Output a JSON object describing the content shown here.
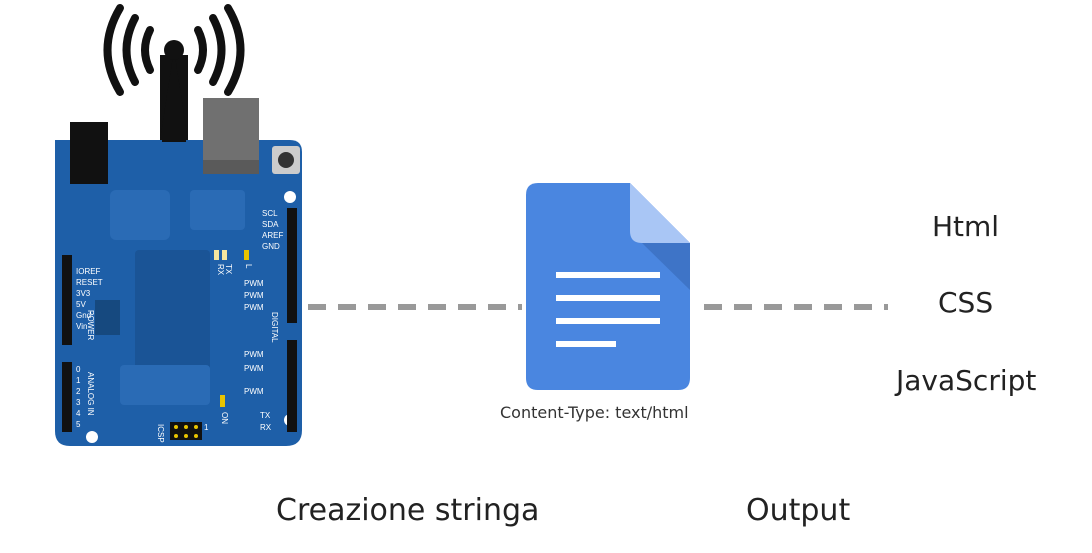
{
  "document_caption": "Content-Type: text/html",
  "outputs": [
    "Html",
    "CSS",
    "JavaScript"
  ],
  "captions": {
    "left": "Creazione stringa",
    "right": "Output"
  },
  "board": {
    "left_pins": [
      "IOREF",
      "RESET",
      "3V3",
      "5V",
      "Gnd",
      "Vin"
    ],
    "power_label": "POWER",
    "analog_pins": [
      "0",
      "1",
      "2",
      "3",
      "4",
      "5"
    ],
    "analog_label": "ANALOG IN",
    "right_top_pins": [
      "SCL",
      "SDA",
      "AREF",
      "GND"
    ],
    "digital_label": "DIGITAL",
    "pwm_label": "PWM",
    "tx_label": "TX",
    "rx_label": "RX",
    "led_l": "L",
    "on_label": "ON",
    "icsp_label": "ICSP",
    "icsp_one": "1"
  },
  "colors": {
    "board": "#1e5fa8",
    "board_dark": "#16497f",
    "doc_blue": "#4a86e0",
    "doc_fold": "#a9c6f5",
    "connector": "#999999"
  },
  "icons": [
    "wifi-antenna-icon",
    "arduino-board-icon",
    "document-icon"
  ]
}
